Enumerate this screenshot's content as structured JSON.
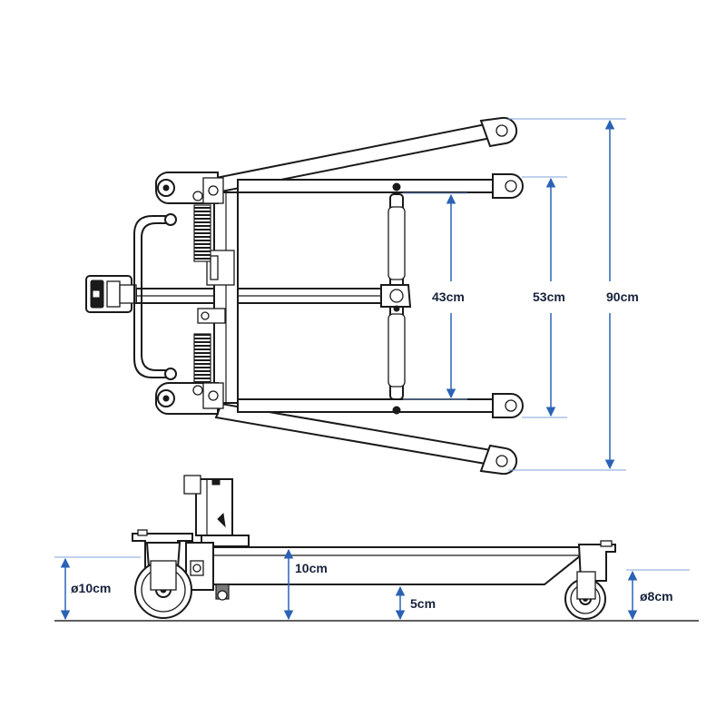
{
  "colors": {
    "dimension_line": "#2a62b5",
    "extension_line": "#7fa3d8",
    "label_text": "#17223b",
    "ink": "#1a1a1a",
    "background": "#ffffff"
  },
  "top_view": {
    "dimensions": {
      "inner_spread": "43cm",
      "middle_spread": "53cm",
      "outer_spread": "90cm"
    }
  },
  "side_view": {
    "dimensions": {
      "rear_wheel_diameter": "ø10cm",
      "chassis_height": "10cm",
      "ground_clearance": "5cm",
      "front_wheel_diameter": "ø8cm"
    }
  }
}
